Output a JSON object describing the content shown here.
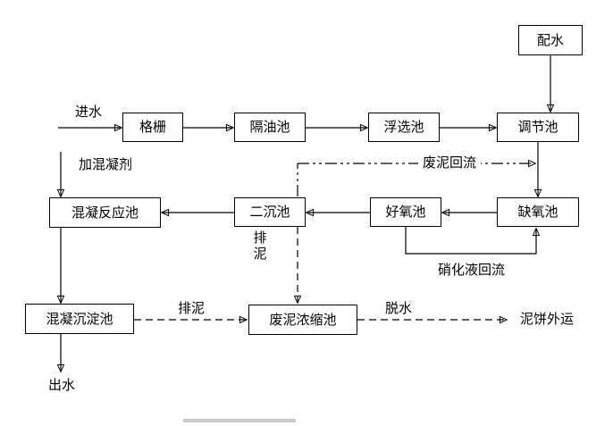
{
  "background": "#ffffff",
  "line_color": "#000000",
  "boxes": {
    "distribution": {
      "label": "配水"
    },
    "screen": {
      "label": "格栅"
    },
    "oil_separator": {
      "label": "隔油池"
    },
    "flotation": {
      "label": "浮选池"
    },
    "equalization": {
      "label": "调节池"
    },
    "coagulation_reaction": {
      "label": "混凝反应池"
    },
    "secondary_clarifier": {
      "label": "二沉池"
    },
    "aerobic": {
      "label": "好氧池"
    },
    "anoxic": {
      "label": "缺氧池"
    },
    "coagulation_sedimentation": {
      "label": "混凝沉淀池"
    },
    "sludge_thickener": {
      "label": "废泥浓缩池"
    }
  },
  "labels": {
    "influent": "进水",
    "add_coagulant": "加混凝剂",
    "waste_sludge_return": "废泥回流",
    "sludge_discharge_vertical": "排泥",
    "nitrified_liquid_return": "硝化液回流",
    "sludge_discharge": "排泥",
    "dewatering": "脱水",
    "sludge_cake_out": "泥饼外运",
    "effluent": "出水"
  }
}
